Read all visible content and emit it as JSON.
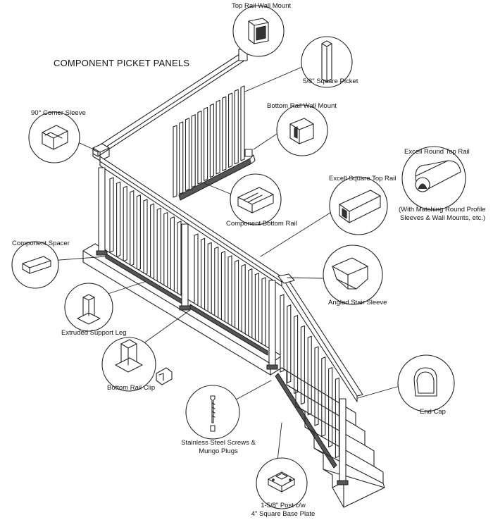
{
  "title": "COMPONENT PICKET PANELS",
  "labels": {
    "top_rail_wall_mount": "Top Rail Wall Mount",
    "square_picket": "5/8\" Square Picket",
    "bottom_rail_wall_mount": "Bottom Rail Wall Mount",
    "corner_sleeve": "90° Corner Sleeve",
    "round_top_rail": "Excell Round Top Rail",
    "square_top_rail": "Excell Square Top Rail",
    "round_top_rail_note_1": "(With Matching Round Profile",
    "round_top_rail_note_2": "Sleeves & Wall Mounts, etc.)",
    "component_bottom_rail": "Component Bottom Rail",
    "component_spacer": "Component Spacer",
    "angled_stair_sleeve": "Angled Stair Sleeve",
    "extruded_support_leg": "Extruded Support Leg",
    "bottom_rail_clip": "Bottom Rail Clip",
    "end_cap": "End Cap",
    "screws_1": "Stainless Steel Screws &",
    "screws_2": "Mungo Plugs",
    "post_1": "1-5/8\" Post c/w",
    "post_2": "4\" Square Base Plate"
  }
}
